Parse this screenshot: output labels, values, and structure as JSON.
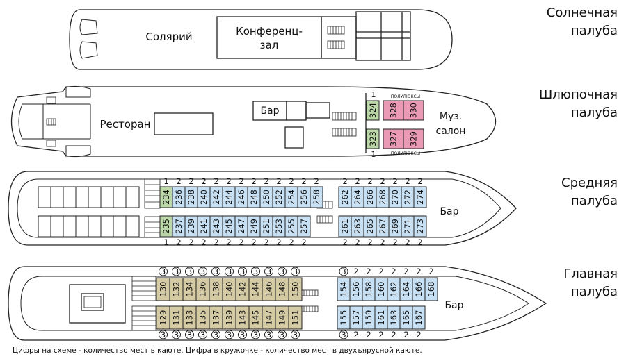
{
  "colors": {
    "blue": "#c7e0f4",
    "tan": "#d4caa4",
    "pink": "#eb9ab5",
    "green": "#bcd8a9",
    "outline": "#222222"
  },
  "sun_deck": {
    "name_line1": "Солнечная",
    "name_line2": "палуба",
    "solarium": "Солярий",
    "conference_line1": "Конференц-",
    "conference_line2": "зал"
  },
  "boat_deck": {
    "name_line1": "Шлюпочная",
    "name_line2": "палуба",
    "restaurant": "Ресторан",
    "bar": "Бар",
    "music_line1": "Муз.",
    "music_line2": "салон",
    "semilux_top": "ПОЛУЛЮКСЫ",
    "semilux_bottom": "ПОЛУЛЮКСЫ",
    "cap_top": "1",
    "cap_bottom": "1",
    "top_cabins": [
      "324",
      "328",
      "330"
    ],
    "bottom_cabins": [
      "323",
      "327",
      "329"
    ]
  },
  "middle_deck": {
    "name_line1": "Средняя",
    "name_line2": "палуба",
    "bar": "Бар",
    "top_left_cabins": [
      "234",
      "236",
      "238",
      "240",
      "242",
      "244",
      "246",
      "248",
      "250",
      "252",
      "254",
      "256",
      "258"
    ],
    "top_left_caps": [
      "1",
      "2",
      "2",
      "2",
      "2",
      "2",
      "2",
      "2",
      "2",
      "2",
      "2",
      "2",
      "2"
    ],
    "top_right_cabins": [
      "262",
      "264",
      "266",
      "268",
      "270",
      "272",
      "274"
    ],
    "top_right_caps": [
      "2",
      "2",
      "2",
      "2",
      "2",
      "2",
      "2"
    ],
    "bottom_left_cabins": [
      "235",
      "237",
      "239",
      "241",
      "243",
      "245",
      "247",
      "249",
      "251",
      "253",
      "255",
      "257"
    ],
    "bottom_left_caps": [
      "1",
      "2",
      "2",
      "2",
      "2",
      "2",
      "2",
      "2",
      "2",
      "2",
      "2",
      "2"
    ],
    "bottom_right_cabins": [
      "261",
      "263",
      "265",
      "267",
      "269",
      "271",
      "273"
    ],
    "bottom_right_caps": [
      "2",
      "2",
      "2",
      "2",
      "2",
      "2",
      "2"
    ]
  },
  "main_deck": {
    "name_line1": "Главная",
    "name_line2": "палуба",
    "bar": "Бар",
    "top_left_cabins": [
      "130",
      "132",
      "134",
      "136",
      "138",
      "140",
      "142",
      "144",
      "146",
      "148",
      "150"
    ],
    "top_left_caps": [
      "3",
      "3",
      "3",
      "3",
      "3",
      "3",
      "3",
      "3",
      "3",
      "3",
      "3"
    ],
    "top_right_cabins": [
      "154",
      "156",
      "158",
      "160",
      "162",
      "164",
      "166",
      "168"
    ],
    "top_right_caps": [
      "3",
      "2",
      "2",
      "2",
      "2",
      "2",
      "2",
      "2"
    ],
    "bottom_left_cabins": [
      "129",
      "131",
      "133",
      "135",
      "137",
      "139",
      "143",
      "145",
      "147",
      "149",
      "151"
    ],
    "bottom_left_caps": [
      "3",
      "3",
      "3",
      "3",
      "3",
      "3",
      "3",
      "3",
      "3",
      "3",
      "3"
    ],
    "bottom_right_cabins": [
      "155",
      "157",
      "159",
      "161",
      "163",
      "165",
      "167"
    ],
    "bottom_right_caps": [
      "3",
      "2",
      "2",
      "2",
      "2",
      "2",
      "2"
    ]
  },
  "footnote": "Цифры на схеме - количество мест в каюте. Цифра в кружочке - количество мест в двухъярусной каюте."
}
